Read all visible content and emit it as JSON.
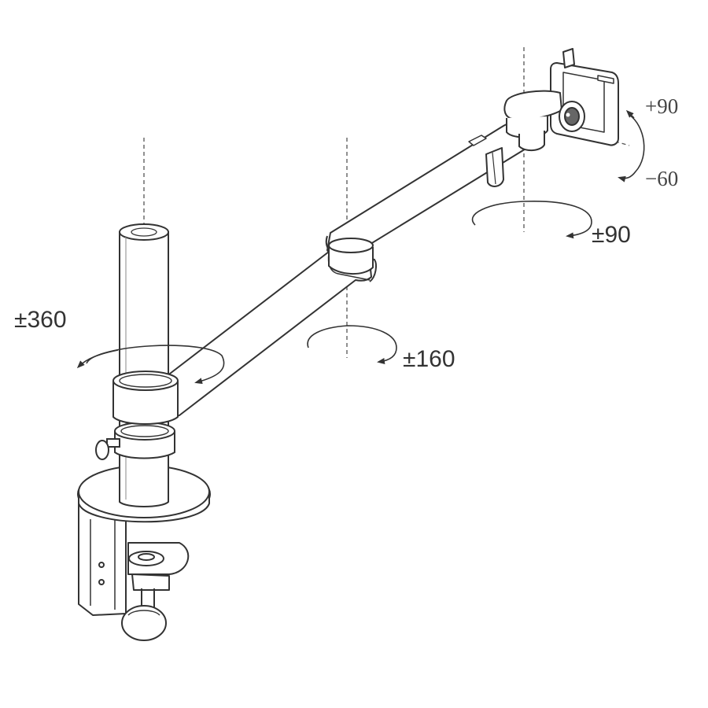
{
  "diagram": {
    "labels": {
      "column_rotation": "±360",
      "arm_rotation": "±160",
      "head_swivel": "±90",
      "tilt_up": "+90",
      "tilt_down": "−60"
    }
  },
  "colors": {
    "line": "#333333",
    "fill": "#ffffff",
    "guide": "#555555"
  }
}
